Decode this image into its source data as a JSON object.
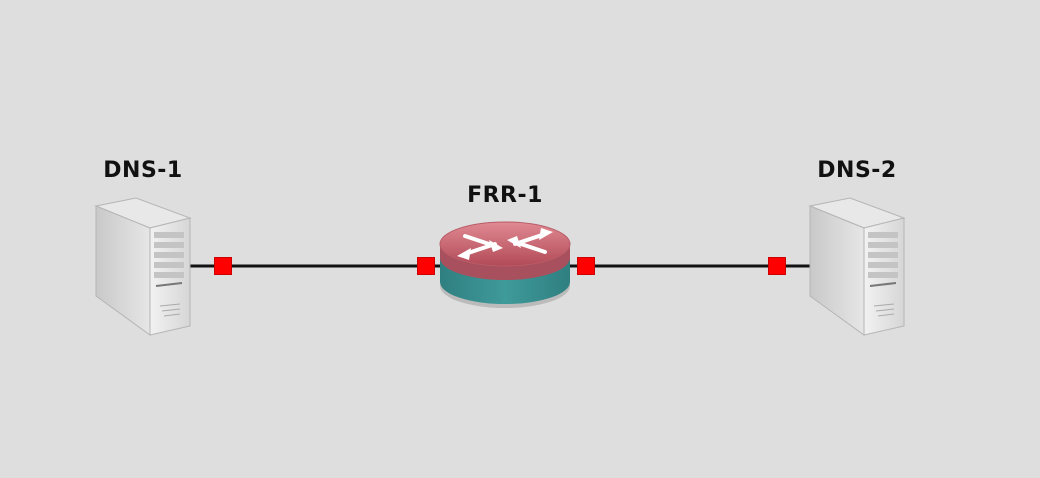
{
  "nodes": [
    {
      "label": "DNS-1",
      "type": "server-icon"
    },
    {
      "label": "FRR-1",
      "type": "router-icon"
    },
    {
      "label": "DNS-2",
      "type": "server-icon"
    }
  ],
  "links": [
    {
      "from": "DNS-1",
      "to": "FRR-1"
    },
    {
      "from": "FRR-1",
      "to": "DNS-2"
    }
  ],
  "colors": {
    "background": "#dedede",
    "link": "#111111",
    "port": "#ff0000",
    "router_top": "#c25a66",
    "router_body": "#3a8f8f"
  }
}
